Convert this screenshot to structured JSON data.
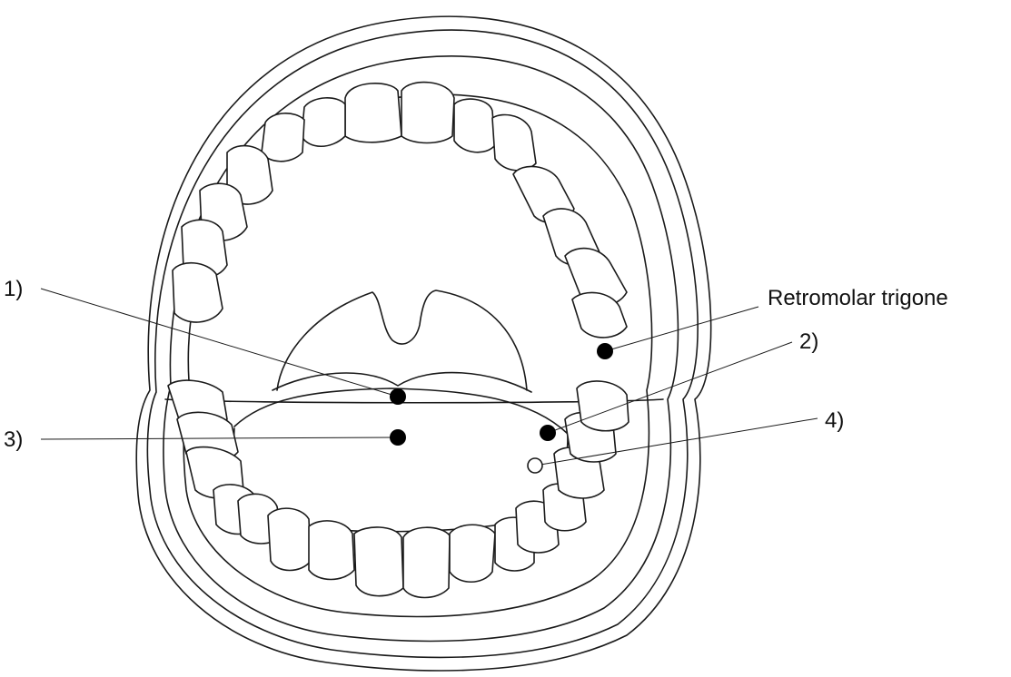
{
  "labels": {
    "l1": "1)",
    "l2": "2)",
    "l3": "3)",
    "l4": "4)",
    "retromolar": "Retromolar trigone"
  },
  "colors": {
    "line": "#1a1a1a",
    "marker_filled": "#000000",
    "marker_open": "#ffffff"
  }
}
